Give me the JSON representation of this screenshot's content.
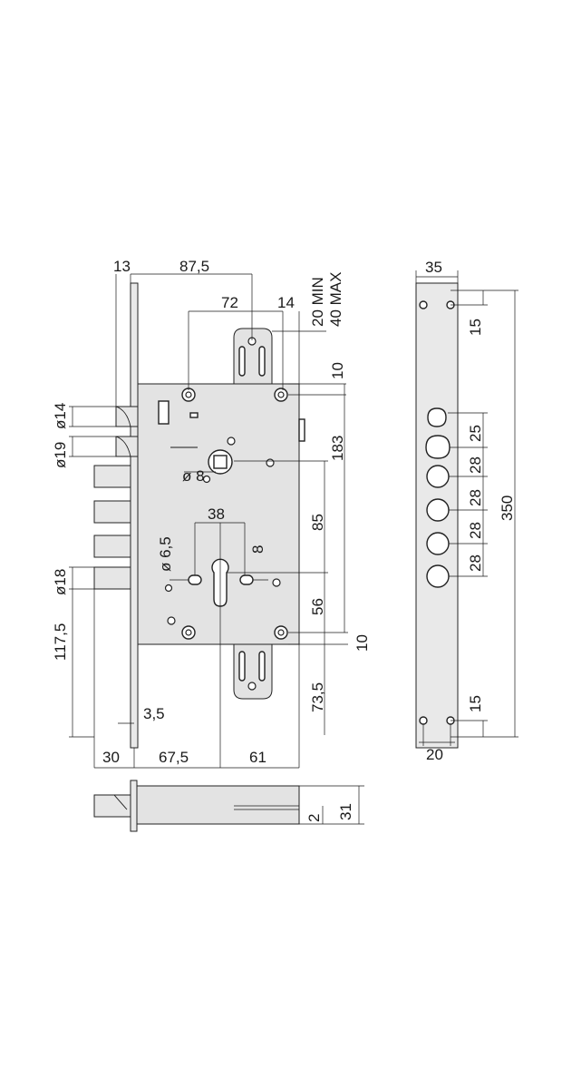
{
  "labels": {
    "d13": "13",
    "d87_5": "87,5",
    "d72": "72",
    "d14": "14",
    "d20min": "20 MIN",
    "d40max": "40 MAX",
    "d10_top": "10",
    "d183": "183",
    "d85": "85",
    "d56": "56",
    "d10_bottom": "10",
    "d73_5": "73,5",
    "o14": "ø14",
    "o19": "ø19",
    "o18": "ø18",
    "d117_5": "117,5",
    "o8": "ø 8",
    "d38": "38",
    "o6_5": "ø 6,5",
    "d8": "8",
    "d3_5": "3,5",
    "d30": "30",
    "d67_5": "67,5",
    "d61": "61",
    "d2": "2",
    "d31": "31",
    "s35": "35",
    "s15_top": "15",
    "s25": "25",
    "s28_1": "28",
    "s28_2": "28",
    "s28_3": "28",
    "s28_4": "28",
    "s350": "350",
    "s15_bottom": "15",
    "s20": "20"
  }
}
